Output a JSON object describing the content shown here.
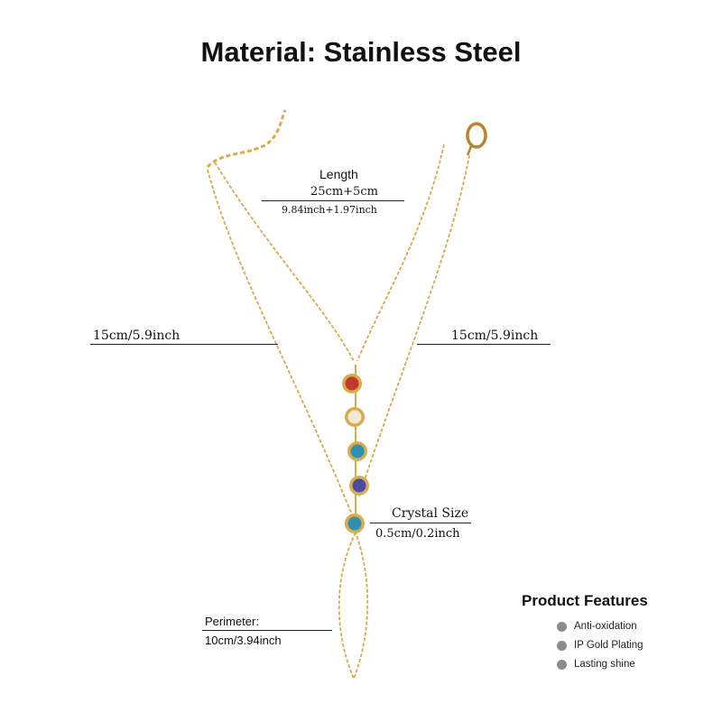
{
  "title": "Material: Stainless Steel",
  "length": {
    "label": "Length",
    "metric": "25cm+5cm",
    "imperial": "9.84inch+1.97inch"
  },
  "side_left": "15cm/5.9inch",
  "side_right": "15cm/5.9inch",
  "crystal": {
    "label": "Crystal Size",
    "value": "0.5cm/0.2inch"
  },
  "perimeter": {
    "label": "Perimeter:",
    "value": "10cm/3.94inch"
  },
  "features": {
    "title": "Product Features",
    "items": [
      {
        "label": "Anti-oxidation"
      },
      {
        "label": "IP Gold Plating"
      },
      {
        "label": "Lasting shine"
      }
    ]
  },
  "crystals": [
    {
      "name": "red",
      "color": "#c0392b"
    },
    {
      "name": "pearl",
      "color": "#f3ead2"
    },
    {
      "name": "teal",
      "color": "#2f8fae"
    },
    {
      "name": "purple",
      "color": "#4a4aa0"
    },
    {
      "name": "teal",
      "color": "#2f8fae"
    }
  ],
  "colors": {
    "gold": "#d9ab4f",
    "gold_dark": "#b8862f",
    "bullet": "#8c8c8c"
  }
}
